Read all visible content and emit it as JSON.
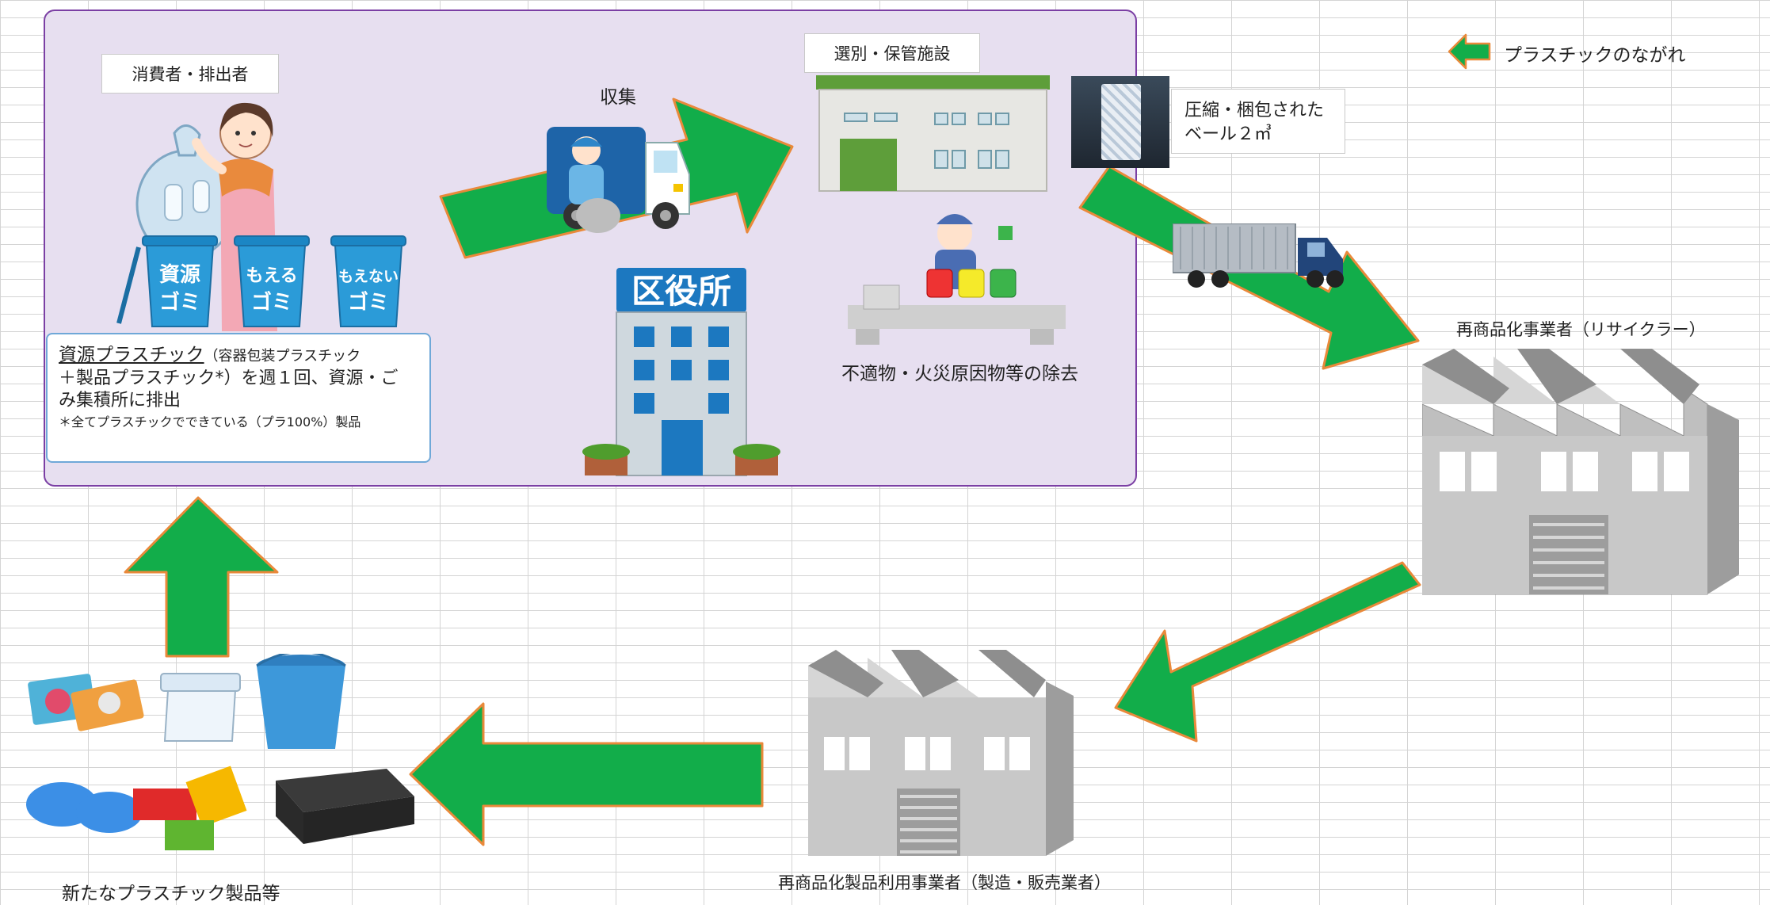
{
  "colors": {
    "flow_arrow_fill": "#12ad4a",
    "flow_arrow_stroke": "#e9893a",
    "panel_fill": "#e7dff0",
    "panel_border": "#7b3fa4",
    "note_border": "#6fa8d8"
  },
  "legend": {
    "label": "プラスチックのながれ",
    "icon": "left-arrow-icon"
  },
  "consumer": {
    "label": "消費者・排出者",
    "bins": [
      {
        "line1": "資源",
        "line2": "ゴミ"
      },
      {
        "line1": "もえる",
        "line2": "ゴミ"
      },
      {
        "line1": "もえない",
        "line2": "ゴミ"
      }
    ]
  },
  "note": {
    "title_underlined": "資源プラスチック",
    "title_small": "（容器包装プラスチック",
    "line2": "＋製品プラスチック*）を週１回、資源・ご",
    "line3": "み集積所に排出",
    "footnote": "＊全てプラスチックでできている（プラ100%）製品"
  },
  "collection": {
    "label": "収集"
  },
  "city_office": {
    "sign": "区役所"
  },
  "facility": {
    "label": "選別・保管施設"
  },
  "bale": {
    "label_line1": "圧縮・梱包された",
    "label_line2": "ベール２㎥"
  },
  "sorting": {
    "label": "不適物・火災原因物等の除去"
  },
  "recycler": {
    "label": "再商品化事業者（リサイクラー）"
  },
  "manufacturer": {
    "label": "再商品化製品利用事業者（製造・販売業者）"
  },
  "new_products": {
    "label": "新たなプラスチック製品等"
  }
}
